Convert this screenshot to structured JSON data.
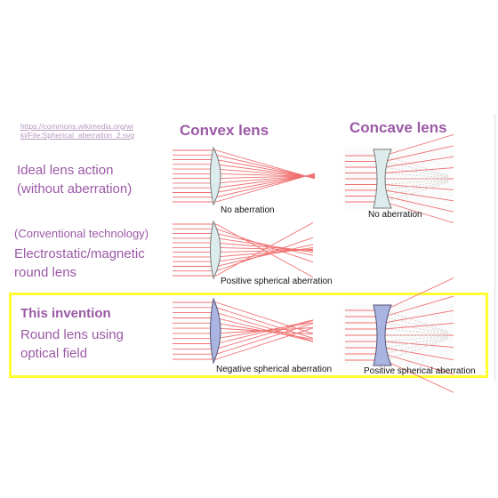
{
  "source_link": {
    "line1": "https://commons.wikimedia.org/wi",
    "line2": "ki/File:Spherical_aberration_2.svg"
  },
  "columns": {
    "convex": "Convex lens",
    "concave": "Concave lens"
  },
  "rows": {
    "ideal": {
      "line1": "Ideal lens action",
      "line2": "(without aberration)"
    },
    "conventional": {
      "line1": "(Conventional technology)",
      "line2": "Electrostatic/magnetic",
      "line3": "round lens"
    },
    "invention": {
      "line1": "This invention",
      "line2": "Round lens using",
      "line3": "optical field"
    }
  },
  "captions": {
    "convex_ideal": "No aberration",
    "concave_ideal": "No aberration",
    "convex_conventional": "Positive spherical aberration",
    "convex_invention": "Negative spherical aberration",
    "concave_invention": "Positive spherical aberration"
  },
  "colors": {
    "accent_text": "#9b59a6",
    "ray": "#f07070",
    "lens_fill_plain": "#dcecec",
    "lens_fill_blue": "#aab4e0",
    "highlight": "#ffff33"
  }
}
